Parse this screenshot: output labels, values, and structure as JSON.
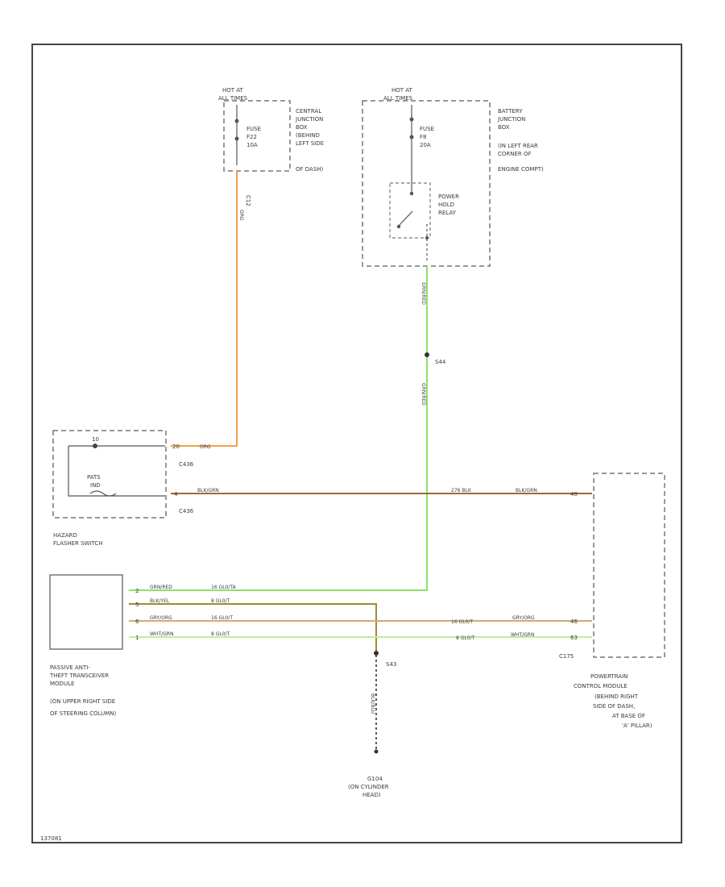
{
  "components": {
    "central_fuse_hot": [
      "HOT AT",
      "ALL TIMES"
    ],
    "central_fuse_label": [
      "FUSE",
      "F22",
      "10A"
    ],
    "central_junction_box": [
      "CENTRAL",
      "JUNCTION",
      "BOX",
      "(BEHIND",
      "LEFT SIDE",
      "OF DASH)"
    ],
    "central_fuse_pin": "C12",
    "battery_fuse_hot": [
      "HOT AT",
      "ALL TIMES"
    ],
    "battery_fuse_label": [
      "FUSE",
      "F8",
      "20A"
    ],
    "battery_junction_box": [
      "BATTERY",
      "JUNCTION",
      "BOX",
      "(IN LEFT REAR",
      "CORNER OF",
      "ENGINE COMPT)"
    ],
    "power_hold_relay": [
      "POWER",
      "HOLD",
      "RELAY"
    ],
    "splice_s44": "S44",
    "hazard_switch_pins": [
      "C436",
      "C436"
    ],
    "hazard_switch_inner": [
      "PATS",
      "IND"
    ],
    "hazard_flasher_switch": [
      "HAZARD",
      "FLASHER SWITCH"
    ],
    "pats_module": [
      "PASSIVE ANTI-",
      "THEFT TRANSCEIVER",
      "MODULE",
      "(ON UPPER RIGHT SIDE",
      "OF STEERING COLUMN)"
    ],
    "splice_s43": "S43",
    "pcm_connector": "C175",
    "pcm": [
      "POWERTRAIN",
      "CONTROL MODULE",
      "(BEHIND RIGHT",
      "SIDE OF DASH,",
      "AT BASE OF",
      "'A' PILLAR)"
    ],
    "ground_g104": [
      "G104",
      "(ON CYLINDER",
      "HEAD)"
    ],
    "diagram_id": "137081"
  },
  "wires": {
    "orange_vertical": "ORG",
    "orange_horizontal": "ORG",
    "green_top": "GRN/RED",
    "green_mid": "GRN/RED",
    "pats_wire1": "GRN/RED",
    "pats_wire1_circuit": "16 GL0/TA",
    "pats_wire2": "BLK/YEL",
    "pats_wire2_circuit": "8 GL0/T",
    "pats_wire3": "GRY/ORG",
    "pats_wire3_circuit": "16 GL0/T",
    "pats_wire4": "WHT/GRN",
    "pats_wire4_circuit": "8 GL0/T",
    "pcm_wire_upper_circuit": "16 GL0/T",
    "pcm_wire_upper": "GRY/ORG",
    "pcm_wire_lower_circuit": "8 GL0/T",
    "pcm_wire_lower": "WHT/GRN",
    "hazard_to_pcm_left": "BLK/GRN",
    "hazard_to_pcm_mid": "276 BLK",
    "hazard_to_pcm_right": "BLK/GRN",
    "ground_wire": "BLK/BLU"
  },
  "pins": {
    "hazard_top": "10",
    "hazard_pin_top": "20",
    "hazard_pin_bottom": "4",
    "pats_pins": [
      "2",
      "5",
      "6",
      "1"
    ],
    "pcm_pin_top": "40",
    "pcm_pin_mid": "46",
    "pcm_pin_bot": "63"
  },
  "colors": {
    "orange_wire": "#f2a04a",
    "green_wire": "#8fe06a",
    "brown_wire": "#a06a2e",
    "tan_wire": "#d8a878",
    "frame": "#444444"
  }
}
